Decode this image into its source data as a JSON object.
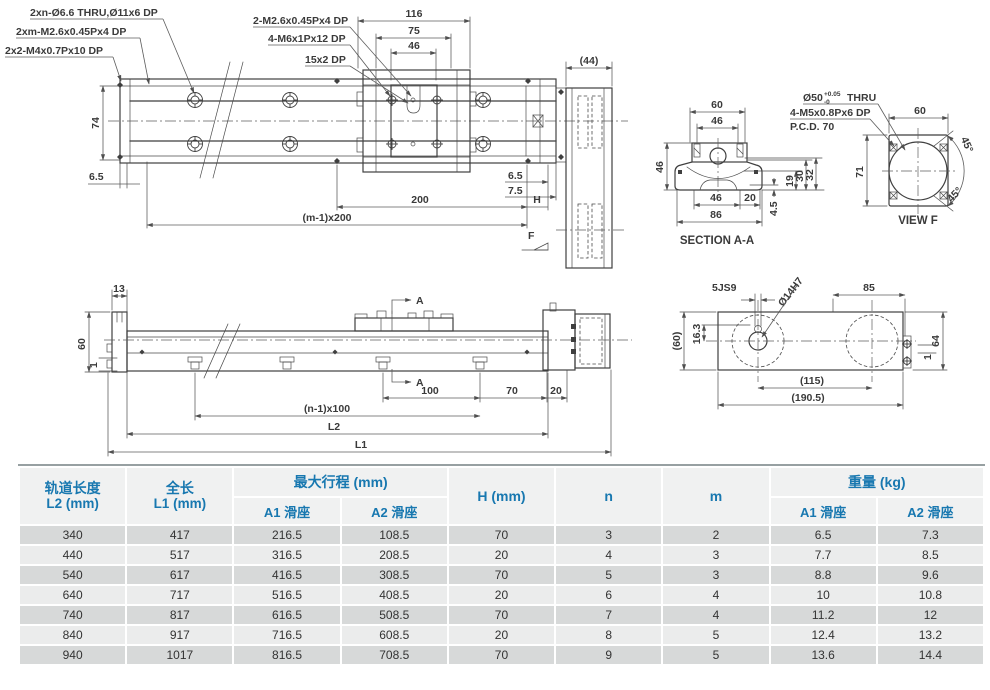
{
  "drawing": {
    "callouts": {
      "c1": "2xn-Ø6.6 THRU,Ø11x6 DP",
      "c2": "2xm-M2.6x0.45Px4 DP",
      "c3": "2x2-M4x0.7Px10 DP",
      "c4": "2-M2.6x0.45Px4 DP",
      "c5": "4-M6x1Px12 DP",
      "c6": "15x2 DP"
    },
    "plan": {
      "d116": "116",
      "d75": "75",
      "d46": "46",
      "d44": "(44)",
      "d74": "74",
      "d65l": "6.5",
      "d65r": "6.5",
      "d75r": "7.5",
      "d200": "200",
      "dm200": "(m-1)x200",
      "dH": "H",
      "f_label": "F"
    },
    "section": {
      "title": "SECTION A-A",
      "d60": "60",
      "d46top": "46",
      "d46left": "46",
      "d19": "19",
      "d30": "30",
      "d32": "32",
      "d46bot": "46",
      "d20": "20",
      "d45": "4.5",
      "d86": "86"
    },
    "viewf": {
      "title": "VIEW F",
      "c_d50": "Ø50",
      "c_d50_up": "+0.05",
      "c_d50_dn": "-0",
      "c_d50_suffix": "THRU",
      "c_m5": "4-M5x0.8Px6 DP",
      "c_pcd": "P.C.D. 70",
      "d60": "60",
      "d71": "71",
      "d45a": "45°",
      "d45b": "45°"
    },
    "bottom": {
      "d5js9": "5JS9",
      "dd14": "Ø14H7",
      "d85": "85",
      "d60p": "(60)",
      "d163": "16.3",
      "d64": "64",
      "d1": "1",
      "d115": "(115)",
      "d1905": "(190.5)"
    },
    "side": {
      "d13": "13",
      "d60": "60",
      "d1": "1",
      "a_top": "A",
      "a_bot": "A",
      "d100": "100",
      "d70": "70",
      "d20": "20",
      "dn100": "(n-1)x100",
      "dL2": "L2",
      "dL1": "L1"
    }
  },
  "table": {
    "headers": {
      "track_length_1": "轨道长度",
      "track_length_2": "L2 (mm)",
      "total_length_1": "全长",
      "total_length_2": "L1 (mm)",
      "stroke_group": "最大行程 (mm)",
      "stroke_a1": "A1 滑座",
      "stroke_a2": "A2 滑座",
      "h": "H (mm)",
      "n": "n",
      "m": "m",
      "weight_group": "重量 (kg)",
      "weight_a1": "A1 滑座",
      "weight_a2": "A2 滑座"
    },
    "rows": [
      [
        "340",
        "417",
        "216.5",
        "108.5",
        "70",
        "3",
        "2",
        "6.5",
        "7.3"
      ],
      [
        "440",
        "517",
        "316.5",
        "208.5",
        "20",
        "4",
        "3",
        "7.7",
        "8.5"
      ],
      [
        "540",
        "617",
        "416.5",
        "308.5",
        "70",
        "5",
        "3",
        "8.8",
        "9.6"
      ],
      [
        "640",
        "717",
        "516.5",
        "408.5",
        "20",
        "6",
        "4",
        "10",
        "10.8"
      ],
      [
        "740",
        "817",
        "616.5",
        "508.5",
        "70",
        "7",
        "4",
        "11.2",
        "12"
      ],
      [
        "840",
        "917",
        "716.5",
        "608.5",
        "20",
        "8",
        "5",
        "12.4",
        "13.2"
      ],
      [
        "940",
        "1017",
        "816.5",
        "708.5",
        "70",
        "9",
        "5",
        "13.6",
        "14.4"
      ]
    ]
  },
  "colors": {
    "header_text": "#1878b0",
    "row_dark": "#d7d9d9",
    "row_light": "#ebecec",
    "header_bg": "#f0f1f1",
    "line": "#3f3f3f"
  }
}
